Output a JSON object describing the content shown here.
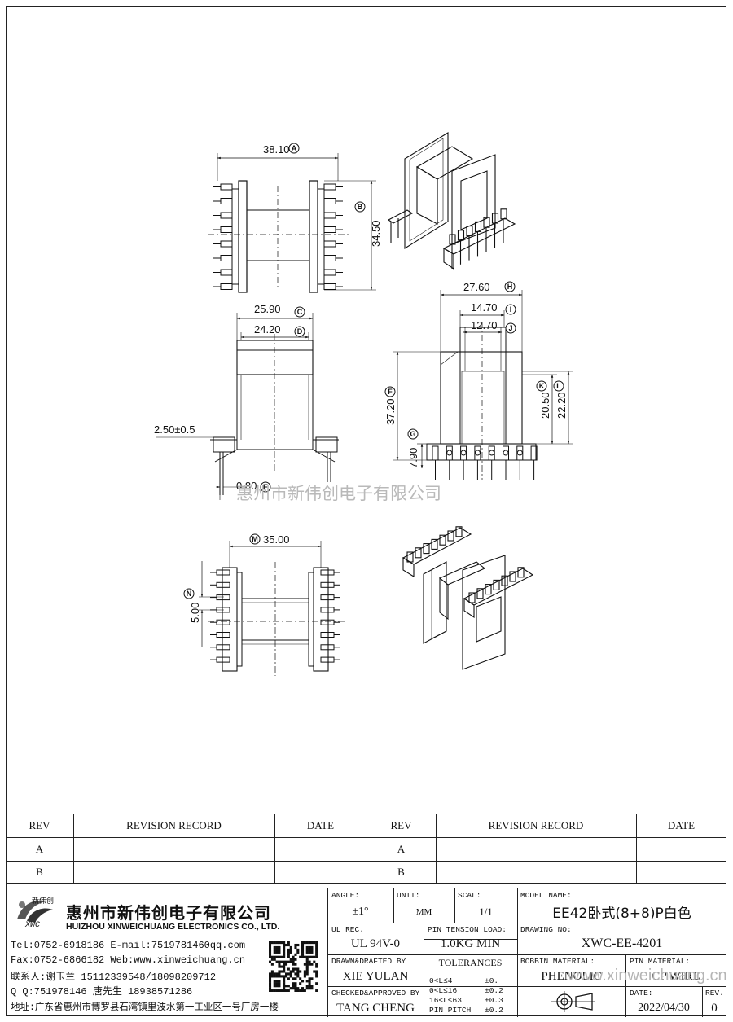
{
  "drawing": {
    "watermark": "惠州市新伟创电子有限公司",
    "dims": {
      "A": "38.10",
      "B": "34.50",
      "C": "25.90",
      "D": "24.20",
      "E": "0.80",
      "pitch": "2.50±0.5",
      "F": "37.20",
      "G": "7.90",
      "H": "27.60",
      "I": "14.70",
      "J": "12.70",
      "K": "20.50",
      "L": "22.20",
      "M": "35.00",
      "N": "5.00"
    },
    "letters": [
      "A",
      "B",
      "C",
      "D",
      "E",
      "F",
      "G",
      "H",
      "I",
      "J",
      "K",
      "L",
      "M",
      "N"
    ]
  },
  "revision_table": {
    "headers": [
      "REV",
      "REVISION RECORD",
      "DATE",
      "REV",
      "REVISION RECORD",
      "DATE"
    ],
    "rows": [
      [
        "A",
        "",
        "",
        "A",
        "",
        ""
      ],
      [
        "B",
        "",
        "",
        "B",
        "",
        ""
      ]
    ]
  },
  "company": {
    "logo_text": "新伟创",
    "logo_abbr": "XWC",
    "name_cn": "惠州市新伟创电子有限公司",
    "name_en": "HUIZHOU XINWEICHUANG ELECTRONICS CO., LTD.",
    "tel_line": "Tel:0752-6918186 E-mail:7519781460qq.com",
    "fax_line": "Fax:0752-6866182 Web:www.xinweichuang.cn",
    "contact_line": "联系人:谢玉兰 15112339548/18098209712",
    "qq_line": "Q Q:751978146   唐先生 18938571286",
    "address_line": "地址:广东省惠州市博罗县石湾镇里波水第一工业区一号厂房一楼"
  },
  "title_block": {
    "angle_label": "ANGLE:",
    "angle_value": "±1°",
    "unit_label": "UNIT:",
    "unit_value": "MM",
    "scale_label": "SCAL:",
    "scale_value": "1/1",
    "model_label": "MODEL NAME:",
    "model_value": "EE42卧式(8+8)P白色",
    "ul_label": "UL REC.",
    "ul_value": "UL 94V-0",
    "pin_tension_label": "PIN TENSION LOAD:",
    "pin_tension_value": "1.0KG MIN",
    "drawing_no_label": "DRAWING NO:",
    "drawing_no_value": "XWC-EE-4201",
    "drawn_label": "DRAWN&DRAFTED BY",
    "drawn_value": "XIE YULAN",
    "checked_label": "CHECKED&APPROVED BY",
    "checked_value": "TANG CHENG",
    "tolerances_label": "TOLERANCES",
    "tolerance_rows": [
      {
        "range": "0<L≤4",
        "tol": "±0."
      },
      {
        "range": "0<L≤16",
        "tol": "±0.2"
      },
      {
        "range": "16<L≤63",
        "tol": "±0.3"
      },
      {
        "range": "PIN PITCH",
        "tol": "±0.2"
      }
    ],
    "bobbin_label": "BOBBIN MATERIAL:",
    "bobbin_value": "PHENOLIC",
    "pin_material_label": "PIN MATERIAL:",
    "pin_material_value": "CP WIRE",
    "date_label": "DATE:",
    "date_value": "2022/04/30",
    "rev_label": "REV.",
    "rev_value": "0",
    "watermark2": "www.xinweichuang.cn"
  }
}
